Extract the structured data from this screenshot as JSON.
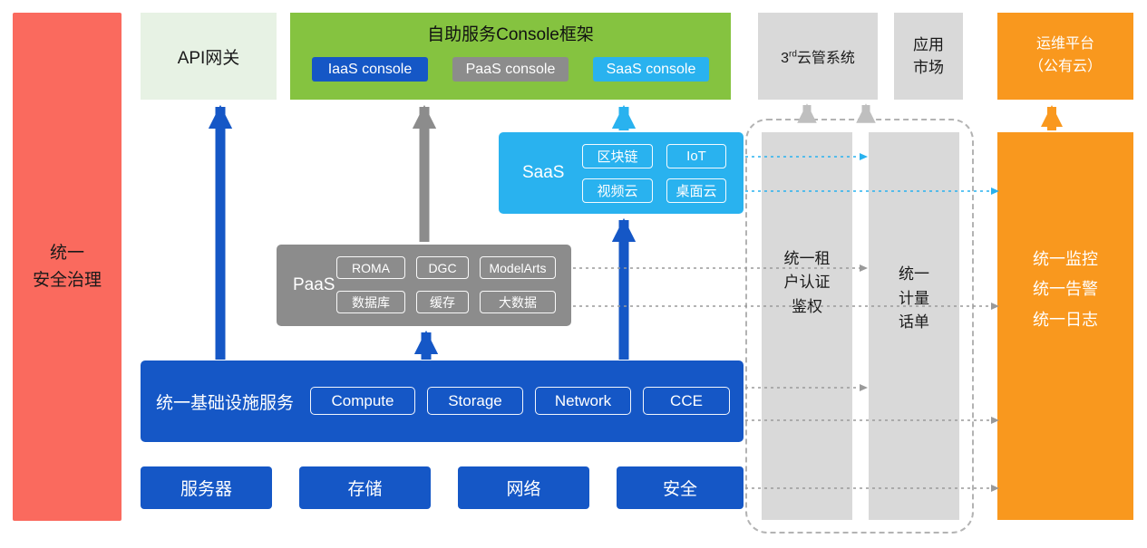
{
  "colors": {
    "red": "#FA6A5E",
    "pale-green": "#E7F2E4",
    "green": "#85C340",
    "blue": "#1557C6",
    "gray": "#8C8C8C",
    "light-gray": "#D9D9D9",
    "cyan": "#29B2EF",
    "orange": "#F9981E"
  },
  "security_bar": {
    "label": "统一\n安全治理"
  },
  "api_gateway": {
    "label": "API网关"
  },
  "console_framework": {
    "title": "自助服务Console框架",
    "iaas_console": "IaaS console",
    "paas_console": "PaaS console",
    "saas_console": "SaaS console"
  },
  "third_party_cloud": {
    "prefix": "3",
    "superscript": "rd",
    "suffix": "云管系统"
  },
  "app_market": {
    "label": "应用\n市场"
  },
  "om_platform": {
    "label": "运维平台\n（公有云）"
  },
  "saas": {
    "label": "SaaS",
    "items": [
      "区块链",
      "IoT",
      "视频云",
      "桌面云"
    ]
  },
  "paas": {
    "label": "PaaS",
    "items": [
      "ROMA",
      "DGC",
      "ModelArts",
      "数据库",
      "缓存",
      "大数据"
    ]
  },
  "iaas": {
    "label": "统一基础设施服务",
    "items": [
      "Compute",
      "Storage",
      "Network",
      "CCE"
    ]
  },
  "hardware": {
    "items": [
      "服务器",
      "存储",
      "网络",
      "安全"
    ]
  },
  "right_rails": {
    "tenant_auth": {
      "label": "统一租\n户认证\n鉴权"
    },
    "metering": {
      "label": "统一\n计量\n话单"
    },
    "monitoring": {
      "label": "统一监控\n统一告警\n统一日志"
    }
  }
}
